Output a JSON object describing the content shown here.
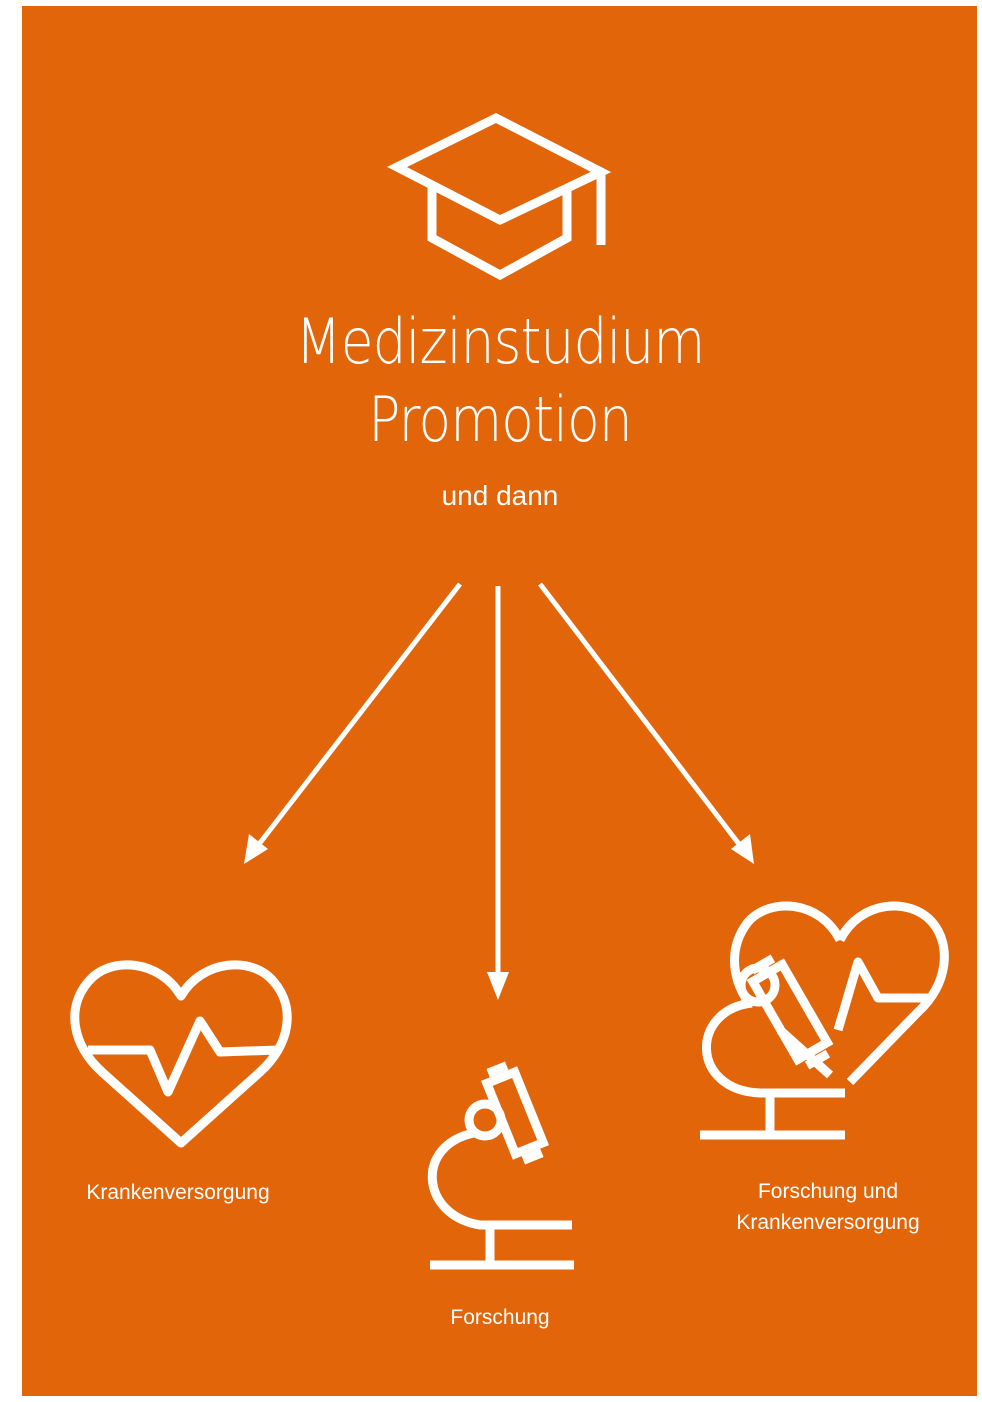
{
  "colors": {
    "background": "#e2650a",
    "foreground": "#ffffff",
    "page": "#ffffff"
  },
  "header": {
    "icon": "graduation-cap-icon",
    "title_line1": "Medizinstudium",
    "title_line2": "Promotion",
    "subtitle": "und dann"
  },
  "branches": {
    "left": {
      "icon": "heart-pulse-icon",
      "label": "Krankenversorgung"
    },
    "center": {
      "icon": "microscope-icon",
      "label": "Forschung"
    },
    "right": {
      "icon": "heart-microscope-icon",
      "label_line1": "Forschung und",
      "label_line2": "Krankenversorgung"
    }
  }
}
